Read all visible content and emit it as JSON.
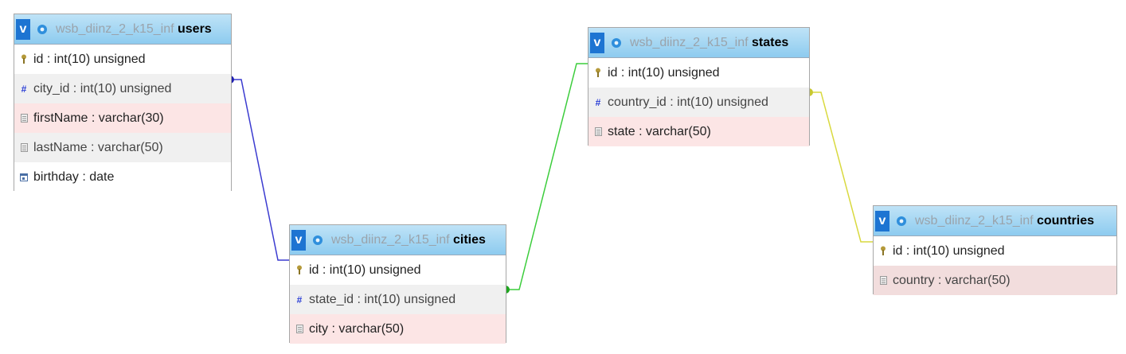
{
  "colors": {
    "users_cities": "#3b3bd0",
    "cities_states": "#3ccd3c",
    "states_countries": "#d9d93f"
  },
  "tables": [
    {
      "db": "wsb_diinz_2_k15_inf",
      "name": "users",
      "columns": [
        {
          "text": "id : int(10) unsigned",
          "icon": "key-icon"
        },
        {
          "text": "city_id : int(10) unsigned",
          "icon": "hash-icon"
        },
        {
          "text": "firstName : varchar(30)",
          "icon": "text-icon"
        },
        {
          "text": "lastName : varchar(50)",
          "icon": "text-icon"
        },
        {
          "text": "birthday : date",
          "icon": "calendar-icon"
        }
      ]
    },
    {
      "db": "wsb_diinz_2_k15_inf",
      "name": "cities",
      "columns": [
        {
          "text": "id : int(10) unsigned",
          "icon": "key-icon"
        },
        {
          "text": "state_id : int(10) unsigned",
          "icon": "hash-icon"
        },
        {
          "text": "city : varchar(50)",
          "icon": "text-icon"
        }
      ]
    },
    {
      "db": "wsb_diinz_2_k15_inf",
      "name": "states",
      "columns": [
        {
          "text": "id : int(10) unsigned",
          "icon": "key-icon"
        },
        {
          "text": "country_id : int(10) unsigned",
          "icon": "hash-icon"
        },
        {
          "text": "state : varchar(50)",
          "icon": "text-icon"
        }
      ]
    },
    {
      "db": "wsb_diinz_2_k15_inf",
      "name": "countries",
      "columns": [
        {
          "text": "id : int(10) unsigned",
          "icon": "key-icon"
        },
        {
          "text": "country : varchar(50)",
          "icon": "text-icon"
        }
      ]
    }
  ],
  "toggle_label": "v"
}
